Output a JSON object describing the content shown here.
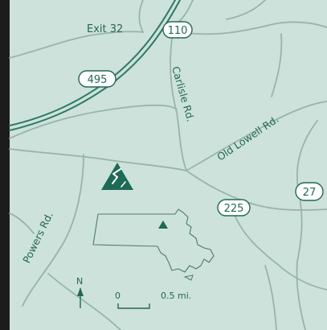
{
  "map": {
    "labels": {
      "exit": "Exit 32",
      "carlisle": "Carlisle Rd.",
      "old_lowell": "Old Lowell Rd.",
      "powers": "Powers Rd."
    },
    "shields": {
      "r110": "110",
      "r495": "495",
      "r225": "225",
      "r27": "27"
    },
    "north": "N",
    "scale": {
      "start": "0",
      "end": "0.5 mi."
    },
    "colors": {
      "land": "#cde2da",
      "road": "#96b5aa",
      "highway": "#2e7867",
      "label": "#236755",
      "marker": "#1d6a57",
      "frame": "#1c1c1c"
    }
  }
}
